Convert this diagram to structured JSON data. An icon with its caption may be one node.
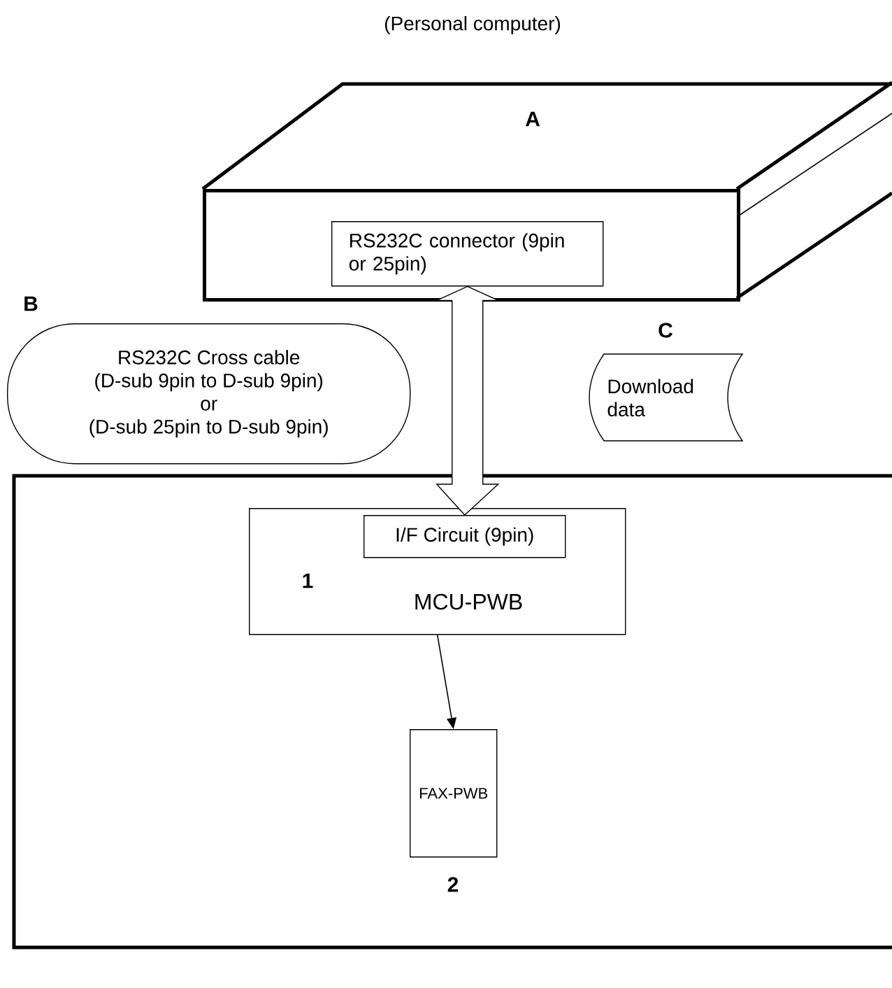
{
  "diagram": {
    "nodes": [
      {
        "text": [
          "(Personal computer)",
          "A"
        ]
      },
      {
        "text": [
          "RS232C connector (9pin or 25pin)"
        ],
        "in": 0
      },
      {
        "text": [
          "RS232C Cross cable",
          "(D-sub 9pin to D-sub 9pin)",
          "or",
          "(D-sub 25pin to D-sub 9pin)"
        ],
        "beside": [
          "B"
        ]
      },
      {
        "text": [
          "Download data"
        ],
        "beside": [
          "C"
        ]
      },
      {
        "text": [],
        "shape": "box"
      },
      {
        "text": [
          "MCU-PWB"
        ],
        "beside": [
          "1"
        ],
        "in": 4
      },
      {
        "text": [
          "I/F Circuit (9pin)"
        ],
        "in": 5
      },
      {
        "text": [
          "FAX-PWB"
        ],
        "beside": [
          "2"
        ],
        "in": 4
      }
    ],
    "edges": [
      {
        "from": 1,
        "to": 6,
        "arrow": "both"
      },
      {
        "from": 5,
        "to": 7,
        "arrow": "to"
      }
    ]
  }
}
